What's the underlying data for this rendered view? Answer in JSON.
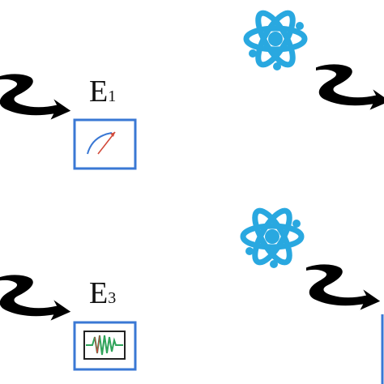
{
  "labels": {
    "e1": {
      "main": "E",
      "sub": "1"
    },
    "e3": {
      "main": "E",
      "sub": "3"
    }
  },
  "icons": {
    "meter": "gauge-meter-icon",
    "signal": "waveform-icon",
    "atom": "atom-icon",
    "arrow": "curved-arrow-icon"
  },
  "colors": {
    "box_border": "#3a78d4",
    "meter_arc": "#3a78d4",
    "meter_needle": "#d24a3a",
    "wave_green": "#2fa35a",
    "wave_red": "#d23a3a",
    "atom_blue": "#29a8e0",
    "arrow_black": "#000000"
  }
}
